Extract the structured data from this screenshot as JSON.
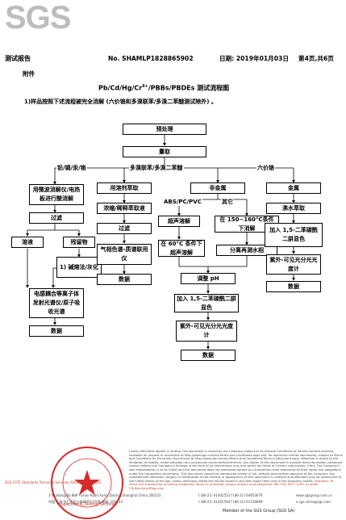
{
  "logo": "SGS",
  "header": {
    "title": "测试报告",
    "report_no": "No. SHAMLP1828865902",
    "date": "日期: 2019年01月03日",
    "page": "第4页,共6页"
  },
  "appendix": "附件",
  "flow_title": {
    "main": "Pb/Cd/Hg/Cr",
    "sup": "6+",
    "rest": "/PBBs/PBDEs    测试流程图"
  },
  "note": "1)样品按照下述流程被完全消解 (六价铬和多溴联苯/多溴二苯醚测试除外) 。",
  "nodes": {
    "pretreat": "预处理",
    "weigh": "量取",
    "col1_digest": "用微波消解仪/电热板进行酸消解",
    "col1_filter": "过滤",
    "col1_solution": "溶液",
    "col1_residue": "残留物",
    "col1_alkali": "1) 碱熔法/灰化",
    "col1_icp": "电感耦合等离子体发射光谱仪/原子吸收光谱",
    "col1_data": "数据",
    "col2_extract": "用溶剂萃取",
    "col2_concentrate": "浓缩/稀释萃取液",
    "col2_filter": "过滤",
    "col2_gcms": "气相色谱-质谱联用仪",
    "col2_data": "数据",
    "col3_ultrasonic": "超声溶解",
    "col3_150": "在 150~160°C条件下消解",
    "col3_60": "在 60°C 条件下超声溶解",
    "col3_spectro": "分离再测水相",
    "col3_ph": "调整 pH",
    "col3_diphenyl": "加入 1,5-二苯碳酰二肼显色",
    "col3_uv": "紫外-可见光分光光度计",
    "col3_data": "数据",
    "col4_boil": "沸水萃取",
    "col4_diphenyl": "加入 1,5-二苯碳酰二肼显色",
    "col4_uv": "紫外-可见光分光光度计",
    "col4_data": "数据"
  },
  "branch_labels": {
    "lead": "铅/镉/汞/铬",
    "pbb": "多溴联苯/多溴二苯醚",
    "cr6": "六价铬",
    "nonmetal": "非金属",
    "metal": "金属",
    "abs": "ABS/PC/PVC",
    "other": "其它"
  },
  "disclaimer": "Unless otherwise agreed in writing, this document is issued by the Company subject to its General Conditions of Service printed overleaf, available on request or accessible at http://www.sgs.com/en/Terms-and-Conditions.aspx and, for electronic format documents, subject to Terms and Conditions for Electronic Documents at http://www.sgs.com/en/Terms-and-Conditions/Terms-e-Document.aspx. Attention is drawn to the limitation of liability, indemnification and jurisdiction issues defined therein. Any holder of this document is advised that information contained hereon reflects the Company's findings at the time of its intervention only and within the limits of Client's instructions, if any. The Company's sole responsibility is to its Client and this document does not exonerate parties to a transaction from exercising all their rights and obligations under the transaction documents. This document cannot be reproduced except in full, without prior written approval of the Company. Any unauthorized alteration, forgery or falsification of the content or appearance of this document is unlawful and offenders may be prosecuted to the fullest extent of the law. Unless otherwise stated the results shown in this test report refer only to the sample(s) tested.",
  "disclaimer_attention": "Attention: To check the authenticity of testing /inspection report & certificate, please contact us at telephone: (86-755) 8307 1443, or email: CN.Doccheck@sgs.com",
  "footer": {
    "addr_en": "3°Building,No.889 Yishan Road Xuhui District,Shanghai China   200233",
    "tel_en": "t (86-21) 61402553    f (86-21) 64953679",
    "web_en": "www.sgsgroup.com.cn",
    "addr_cn": "中国·上海·徐汇区宜山路889号3号楼    邮编: 200233",
    "tel_cn": "t (86-21) 61402594    f (86-21) 61156899",
    "web_cn": "e sgs.china@sgs.com",
    "member": "Member of the SGS Group (SGS SA)",
    "stamp_text": "通标标准技术服务(上海)有限公司",
    "stamp_sub": "Inspection & Testing Services",
    "sgs_cn": "SGS-CSTC Standards Technical Services (Shanghai) Co., Ltd."
  },
  "colors": {
    "stamp": "#d62b2b",
    "logo": "#bdbdbd"
  }
}
